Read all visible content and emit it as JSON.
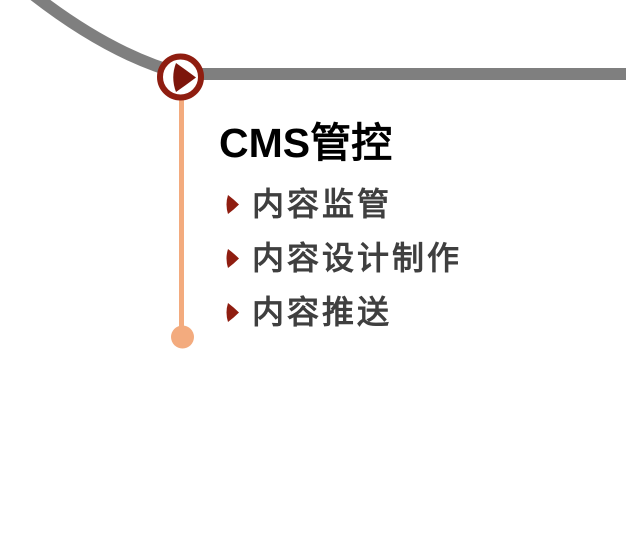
{
  "slide": {
    "title": "CMS管控",
    "bullets": [
      {
        "label": "内容监管"
      },
      {
        "label": "内容设计制作"
      },
      {
        "label": "内容推送"
      }
    ]
  },
  "icons": {
    "node_icon": "play-arrow-icon",
    "bullet_icon": "chevron-bullet-icon"
  },
  "colors": {
    "line_gray": "#7F7F7F",
    "accent_dark_red": "#8F1D10",
    "glyph_dark_red": "#7D150B",
    "timeline_orange": "#F3AB7E",
    "bullet_text": "#3F3F3F",
    "title_text": "#000000"
  }
}
